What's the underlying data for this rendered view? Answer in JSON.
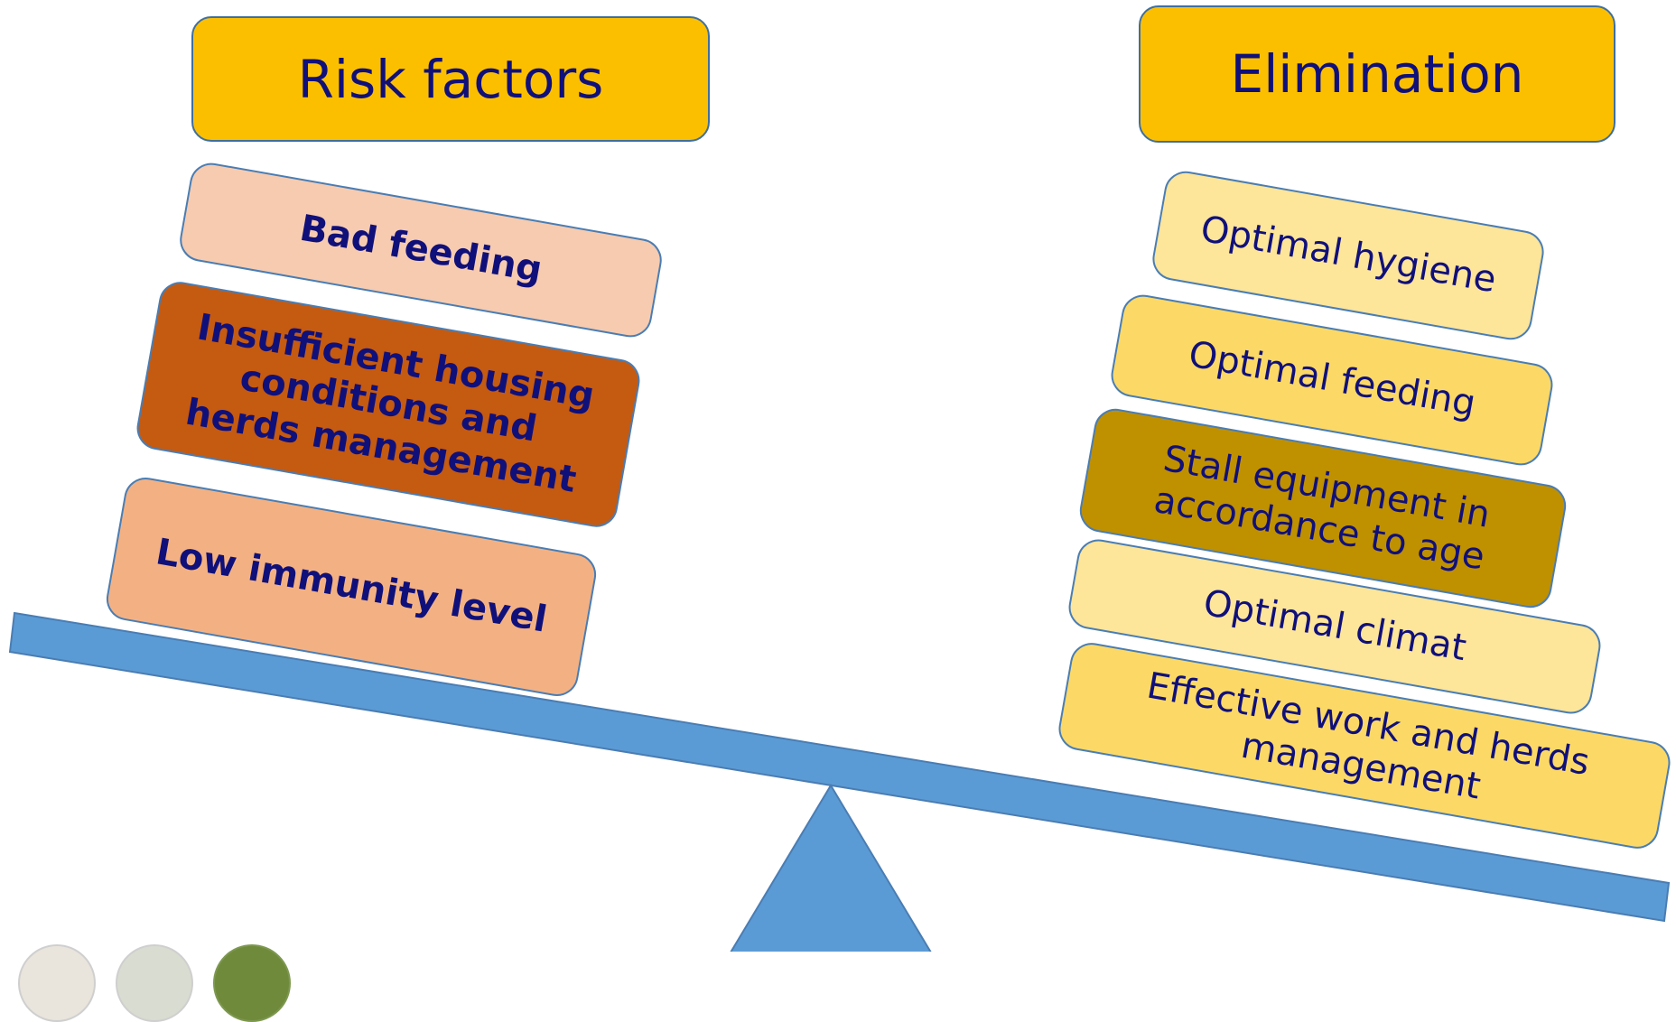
{
  "headers": {
    "risk": "Risk factors",
    "elimination": "Elimination"
  },
  "risk_factors": [
    "Bad feeding",
    "Insufficient housing conditions and herds management",
    "Low immunity level"
  ],
  "elimination_measures": [
    "Optimal hygiene",
    "Optimal feeding",
    "Stall equipment in accordance to age",
    "Optimal climat",
    "Effective work and herds management"
  ],
  "colors": {
    "header_fill": "#fcbf00",
    "risk_light": "#f6cbb0",
    "risk_dark": "#c55a11",
    "risk_mid": "#f3b183",
    "elim_light": "#fde59a",
    "elim_mid": "#fcd966",
    "elim_dark": "#bf9000",
    "beam": "#5b9bd5",
    "text": "#10107a"
  }
}
